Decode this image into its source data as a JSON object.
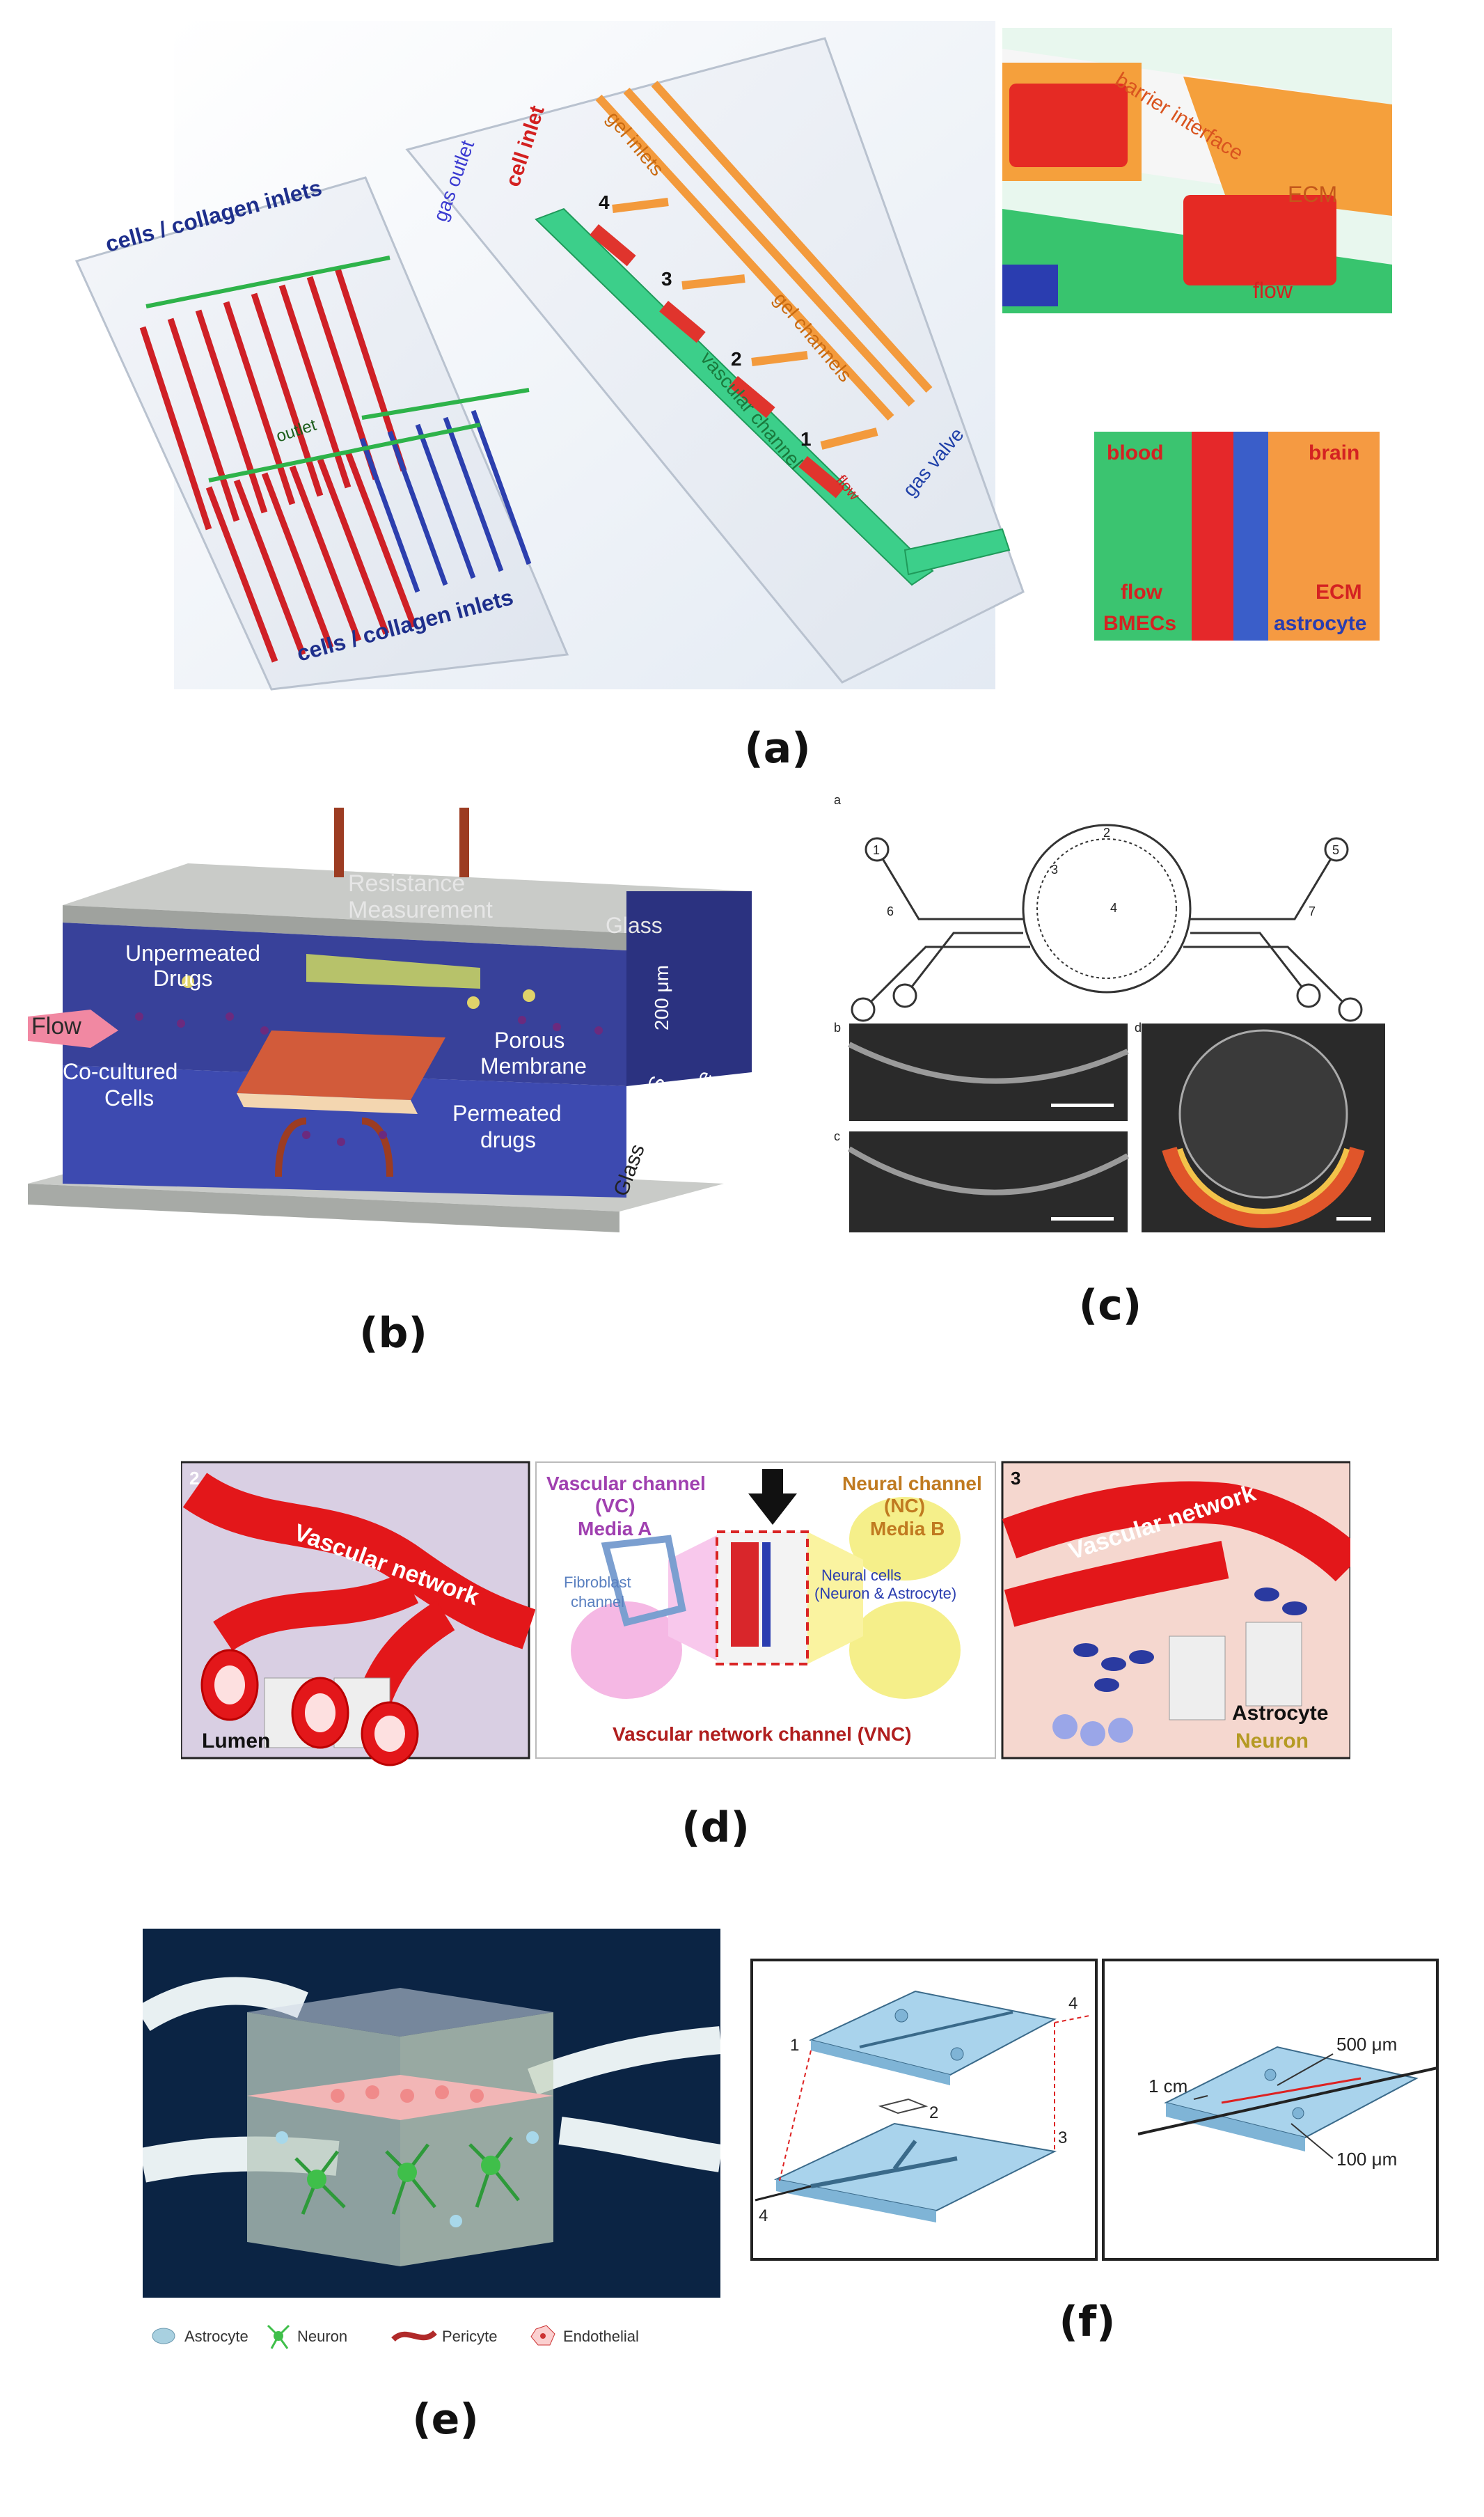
{
  "captions": {
    "a": "(a)",
    "b": "(b)",
    "c": "(c)",
    "d": "(d)",
    "e": "(e)",
    "f": "(f)"
  },
  "panel_a": {
    "cells_collagen_inlets_top": "cells / collagen inlets",
    "cells_collagen_inlets_bottom": "cells / collagen inlets",
    "outlet": "outlet",
    "gas_outlet": "gas outlet",
    "cell_inlet": "cell inlet",
    "gel_inlets": "gel inlets",
    "gel_channels": "gel channels",
    "vascular_channel": "vascular channel",
    "flow": "flow",
    "gas_valve": "gas valve",
    "numbers": [
      "1",
      "2",
      "3",
      "4"
    ],
    "inset_top": {
      "barrier_interface": "barrier interface",
      "ecm": "ECM",
      "flow": "flow"
    },
    "inset_bottom": {
      "blood": "blood",
      "brain": "brain",
      "flow": "flow",
      "ecm": "ECM",
      "bmecs": "BMECs",
      "astrocyte": "astrocyte"
    }
  },
  "panel_b": {
    "resistance": "Resistance",
    "measurement": "Measurement",
    "glass_top": "Glass",
    "glass_bottom": "Glass",
    "unpermeated": "Unpermeated",
    "drugs": "Drugs",
    "flow": "Flow",
    "co_cultured": "Co-cultured",
    "cells": "Cells",
    "porous": "Porous",
    "membrane": "Membrane",
    "pdms": "PDMS",
    "substrate": "Substrate",
    "permeated": "Permeated",
    "permeated_drugs": "drugs",
    "height": "200 μm"
  },
  "panel_c": {
    "sub_a": "a",
    "sub_b": "b",
    "sub_c": "c",
    "sub_d": "d",
    "ports": [
      "1",
      "2",
      "3",
      "4",
      "5",
      "6",
      "7"
    ]
  },
  "panel_d": {
    "left_num": "2",
    "right_num": "3",
    "vascular_network_left": "Vascular network",
    "vascular_network_right": "Vascular network",
    "lumen": "Lumen",
    "vascular_channel_1": "Vascular channel",
    "vascular_channel_2": "(VC)",
    "media_a": "Media A",
    "neural_channel_1": "Neural channel",
    "neural_channel_2": "(NC)",
    "media_b": "Media B",
    "fibroblast_1": "Fibroblast",
    "fibroblast_2": "channel",
    "neural_cells_1": "Neural cells",
    "neural_cells_2": "(Neuron & Astrocyte)",
    "vnc": "Vascular network channel (VNC)",
    "astrocyte": "Astrocyte",
    "neuron": "Neuron"
  },
  "panel_e": {
    "legend": [
      "Astrocyte",
      "Neuron",
      "Pericyte",
      "Endothelial"
    ]
  },
  "panel_f": {
    "left_numbers": [
      "1",
      "2",
      "3",
      "4",
      "4"
    ],
    "right_labels": {
      "cm": "1 cm",
      "um500": "500 μm",
      "um100": "100 μm"
    }
  }
}
